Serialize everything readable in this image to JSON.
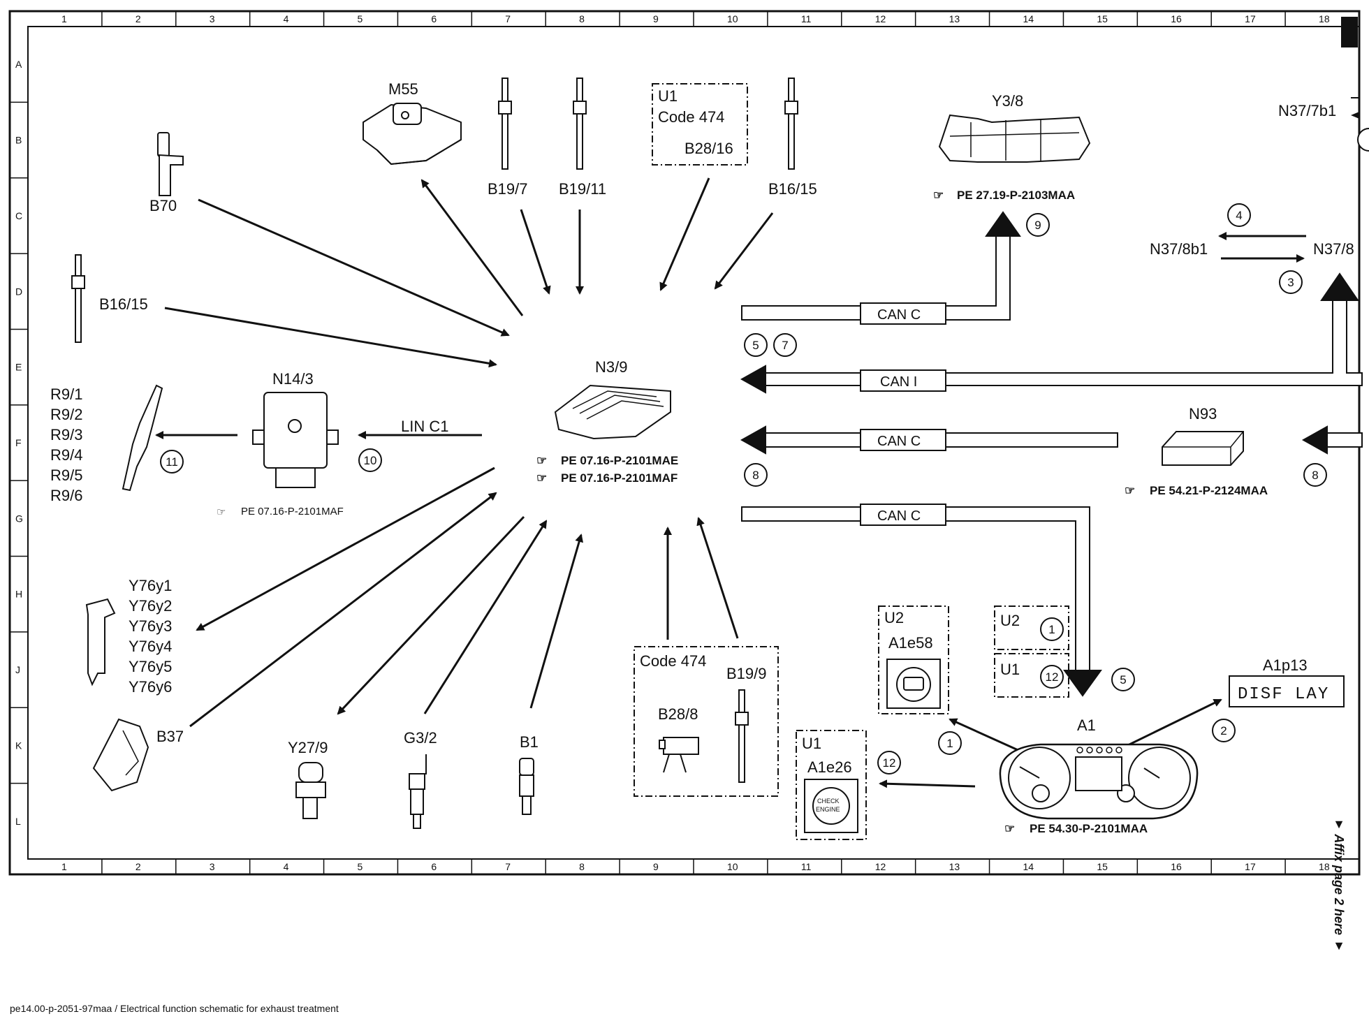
{
  "grid": {
    "columns": [
      "1",
      "2",
      "3",
      "4",
      "5",
      "6",
      "7",
      "8",
      "9",
      "10",
      "11",
      "12",
      "13",
      "14",
      "15",
      "16",
      "17",
      "18"
    ],
    "rows": [
      "A",
      "B",
      "C",
      "D",
      "E",
      "F",
      "G",
      "H",
      "J",
      "K",
      "L"
    ]
  },
  "components": {
    "m55": "M55",
    "b19_7": "B19/7",
    "b19_11": "B19/11",
    "u1_top": "U1",
    "code474_top": "Code 474",
    "b28_16": "B28/16",
    "b16_15_top": "B16/15",
    "y3_8": "Y3/8",
    "y3_8_ref": "PE 27.19-P-2103MAA",
    "n37_7b1": "N37/7b1",
    "b70": "B70",
    "b16_15_left": "B16/15",
    "n3_9": "N3/9",
    "n3_9_ref1": "PE 07.16-P-2101MAE",
    "n3_9_ref2": "PE 07.16-P-2101MAF",
    "n14_3": "N14/3",
    "n14_3_ref": "PE 07.16-P-2101MAF",
    "lin": "LIN C1",
    "r9": [
      "R9/1",
      "R9/2",
      "R9/3",
      "R9/4",
      "R9/5",
      "R9/6"
    ],
    "n37_8b1": "N37/8b1",
    "n37_8": "N37/8",
    "n93": "N93",
    "n93_ref": "PE 54.21-P-2124MAA",
    "y76": [
      "Y76y1",
      "Y76y2",
      "Y76y3",
      "Y76y4",
      "Y76y5",
      "Y76y6"
    ],
    "b37": "B37",
    "y27_9": "Y27/9",
    "g3_2": "G3/2",
    "b1": "B1",
    "code474_bottom": "Code 474",
    "b19_9": "B19/9",
    "b28_8": "B28/8",
    "u2_a": "U2",
    "a1e58": "A1e58",
    "u2_b": "U2",
    "u1_b": "U1",
    "u1_c": "U1",
    "a1e26": "A1e26",
    "check_engine_1": "CHECK",
    "check_engine_2": "ENGINE",
    "a1": "A1",
    "a1_ref": "PE 54.30-P-2101MAA",
    "a1p13": "A1p13",
    "display_text": "DISF LAY"
  },
  "buses": {
    "can_c_1": "CAN C",
    "can_i": "CAN I",
    "can_c_2": "CAN C",
    "can_c_3": "CAN C"
  },
  "markers": {
    "m1a": "1",
    "m1b": "1",
    "m2": "2",
    "m3": "3",
    "m4": "4",
    "m5a": "5",
    "m5b": "5",
    "m7": "7",
    "m8a": "8",
    "m8b": "8",
    "m9": "9",
    "m10": "10",
    "m11": "11",
    "m12a": "12",
    "m12b": "12"
  },
  "footer": "pe14.00-p-2051-97maa / Electrical function schematic for exhaust treatment",
  "affix": "▼ Affix page 2 here ▼"
}
